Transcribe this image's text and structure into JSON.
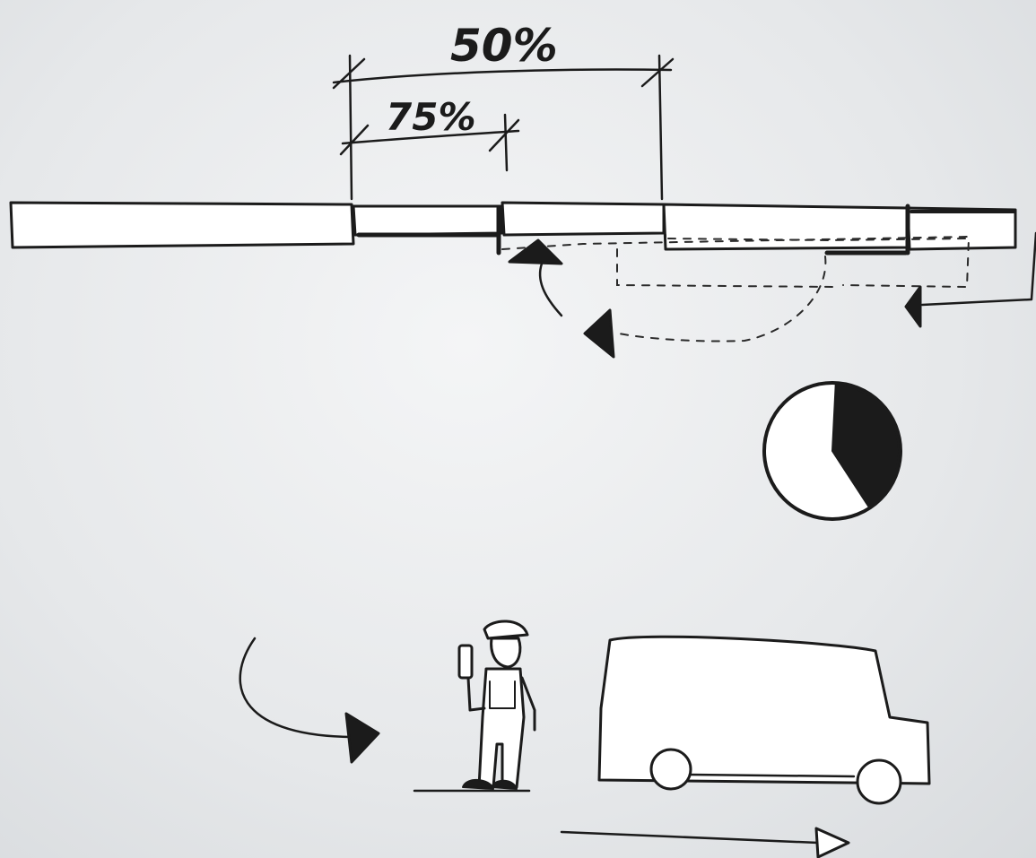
{
  "labels": {
    "outer_dimension": "50%",
    "inner_dimension": "75%"
  },
  "pie": {
    "shaded_fraction": 0.4
  },
  "colors": {
    "ink": "#1b1b1b",
    "paper": "#ffffff",
    "background": "#e6e8ea"
  },
  "icons": [
    "person-with-phone-icon",
    "delivery-truck-icon",
    "arrow-icon"
  ]
}
